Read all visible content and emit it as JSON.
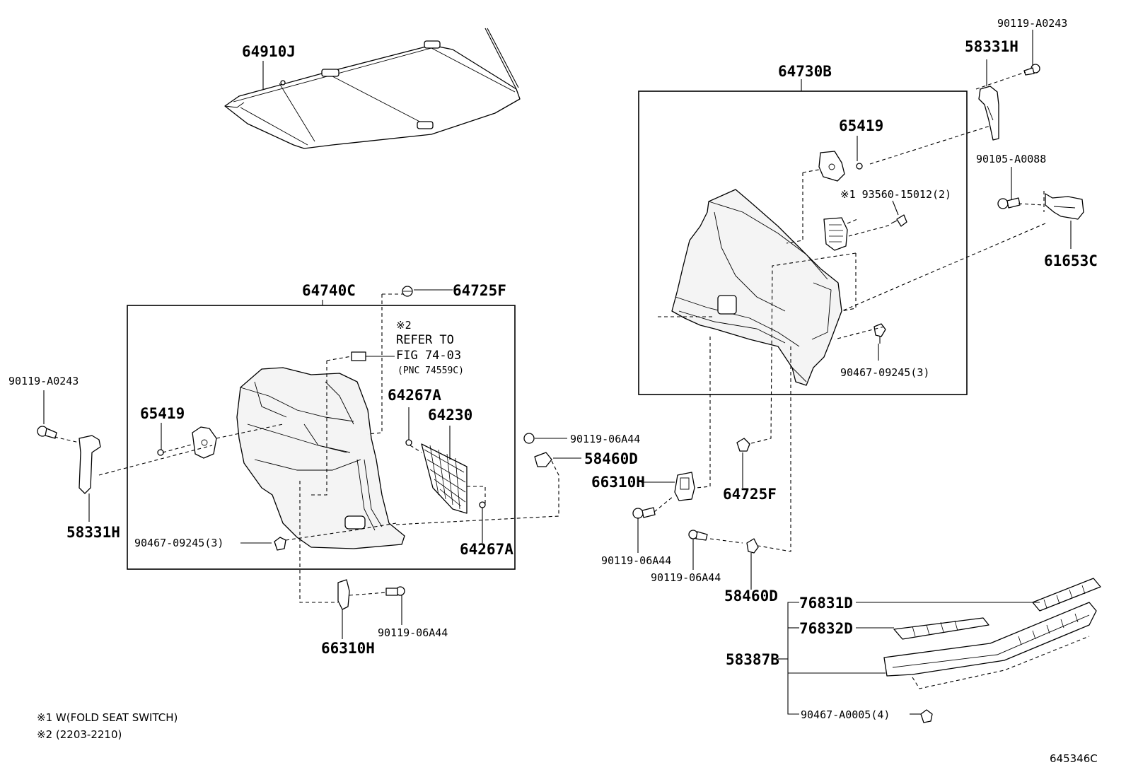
{
  "parts": {
    "p64910J": "64910J",
    "p64730B": "64730B",
    "p90119_A0243_r": "90119-A0243",
    "p58331H_r": "58331H",
    "p65419_r": "65419",
    "p93560": "※1 93560-15012(2)",
    "p90105_A0088": "90105-A0088",
    "p61653C": "61653C",
    "p90467_09245_r": "90467-09245(3)",
    "p64740C": "64740C",
    "p64725F_top": "64725F",
    "p90119_A0243_l": "90119-A0243",
    "p65419_l": "65419",
    "p64267A_top": "64267A",
    "p64230": "64230",
    "p58331H_l": "58331H",
    "p90467_09245_l": "90467-09245(3)",
    "p64267A_bot": "64267A",
    "p90119_06A44_a": "90119-06A44",
    "p58460D_a": "58460D",
    "p66310H_a": "66310H",
    "p64725F_bot": "64725F",
    "p90119_06A44_b": "90119-06A44",
    "p90119_06A44_c": "90119-06A44",
    "p58460D_b": "58460D",
    "p90119_06A44_d": "90119-06A44",
    "p66310H_b": "66310H",
    "p76831D": "76831D",
    "p76832D": "76832D",
    "p58387B": "58387B",
    "p90467_A0005": "90467-A0005(4)"
  },
  "refer": {
    "mark": "※2",
    "line1": "REFER TO",
    "line2": "FIG 74-03",
    "line3": "(PNC 74559C)"
  },
  "notes": {
    "note1": "※1 W(FOLD SEAT SWITCH)",
    "note2": "※2 (2203-2210)"
  },
  "illustration_id": "645346C"
}
